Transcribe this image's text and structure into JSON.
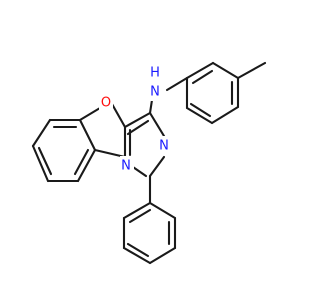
{
  "molecule": {
    "atoms": [
      {
        "id": "O1",
        "label": "O",
        "color": "#ff0d0d"
      },
      {
        "id": "N_amine",
        "label": "N",
        "color": "#1a1aff"
      },
      {
        "id": "H_amine",
        "label": "H",
        "color": "#1a1aff"
      },
      {
        "id": "N3",
        "label": "N",
        "color": "#1a1aff"
      },
      {
        "id": "N1",
        "label": "N",
        "color": "#1a1aff"
      }
    ]
  },
  "colors": {
    "bond": "#1a1a1a",
    "oxygen": "#ff0d0d",
    "nitrogen": "#1a1aff",
    "background": "#ffffff"
  }
}
